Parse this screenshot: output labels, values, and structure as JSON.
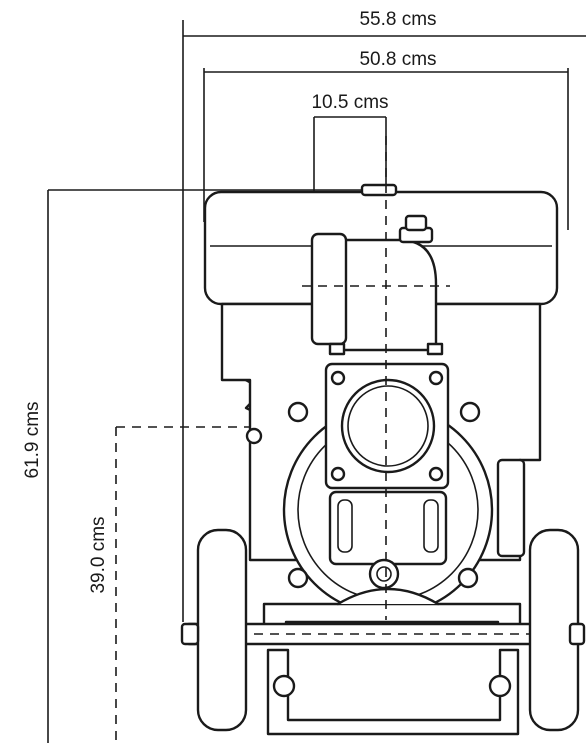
{
  "dimensions": {
    "overall_width": "55.8 cms",
    "frame_width": "50.8 cms",
    "outlet_offset": "10.5 cms",
    "overall_height": "61.9 cms",
    "outlet_height": "39.0 cms"
  }
}
